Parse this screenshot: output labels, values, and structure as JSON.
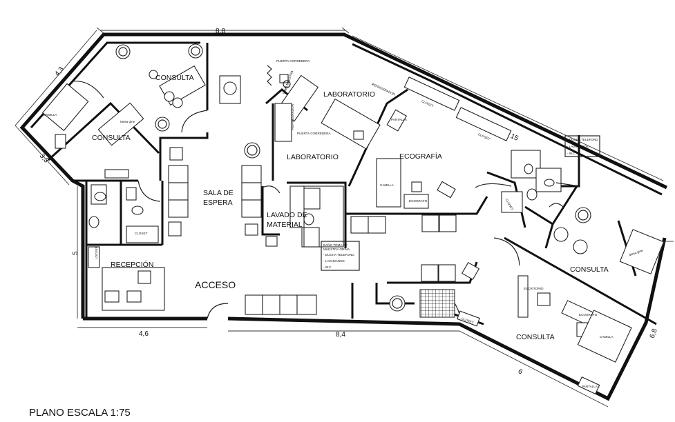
{
  "title": "PLANO ESCALA 1:75",
  "rooms": {
    "consulta_1": "CONSULTA",
    "consulta_2": "CONSULTA",
    "consulta_3": "CONSULTA",
    "consulta_4": "CONSULTA",
    "laboratorio_1": "LABORATORIO",
    "laboratorio_2": "LABORATORIO",
    "ecografia": "ECOGRAFÍA",
    "sala_espera_1": "SALA DE",
    "sala_espera_2": "ESPERA",
    "lavado_1": "LAVADO DE",
    "lavado_2": "MATERIAL",
    "recepcion": "RECEPCIÓN",
    "acceso": "ACCESO"
  },
  "dimensions": {
    "top": "8,8",
    "left_upper": "4,3",
    "left_mid": "3,3",
    "left_lower": "5",
    "bottom_left": "4,6",
    "bottom_mid": "8,4",
    "right_diag": "15",
    "bottom_right": "6",
    "right_end": "6,8"
  },
  "small_labels": {
    "camilla_1": "- CAMILLA",
    "camilla_2": "CAMILLA",
    "camilla_3": "CAMILLA",
    "mesa_gine_1": "Mesa gine",
    "mesa_gine_2": "Mesa gine",
    "closet_1": "CLOSET",
    "closet_2": "CLOSET",
    "closet_3": "CLOSET",
    "closet_4": "CLOSET",
    "closet_5": "CLOSET",
    "locker": "LOCKER",
    "puerta_corredera_1": "PUERTA CORREDERA",
    "puerta_corredera_2": "PUERTA CORREDERA",
    "refrigerador_1": "REFRIGERADOR",
    "refrigerador_2": "REFRIGERADOR",
    "toma_muestra": "TOMA MUESTRA",
    "pantalla_1": "PANTALLA",
    "pantalla_2": "PANTALLA",
    "ecografo_1": "ECOGRAFO",
    "ecografo_2": "ECOGRAFO",
    "escritorio": "ESCRITORIO"
  },
  "notes": {
    "bano_1": "BAÑO TOMA DE",
    "bano_2": "MUESTRA ORINA",
    "bano_3": "- DUCHA TELEFONO",
    "bano_4": "- LAVAMANOS",
    "bano_5": "- W.C",
    "ducha_1": "- DUCHA TELEFONO",
    "ducha_2": "- LAVAMANOS",
    "ducha_3": "- W.C"
  }
}
